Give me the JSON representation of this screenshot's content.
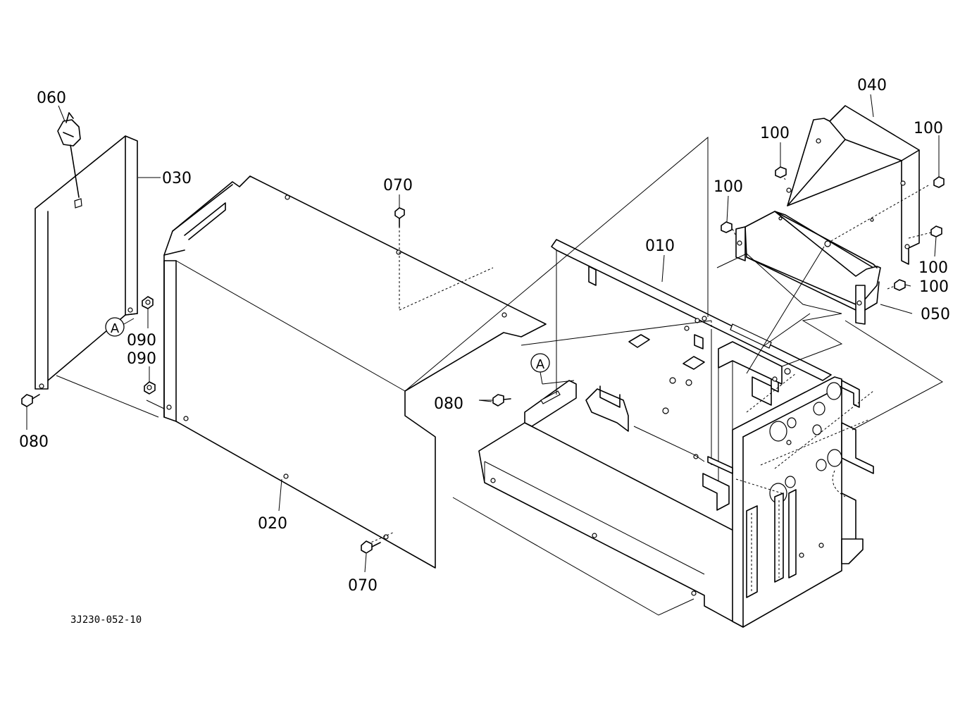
{
  "diagram": {
    "reference": "3J230-052-10",
    "callout": "A",
    "parts": {
      "p010": "010",
      "p020": "020",
      "p030": "030",
      "p040": "040",
      "p050": "050",
      "p060": "060",
      "p070": "070",
      "p080": "080",
      "p090": "090",
      "p100": "100"
    }
  }
}
